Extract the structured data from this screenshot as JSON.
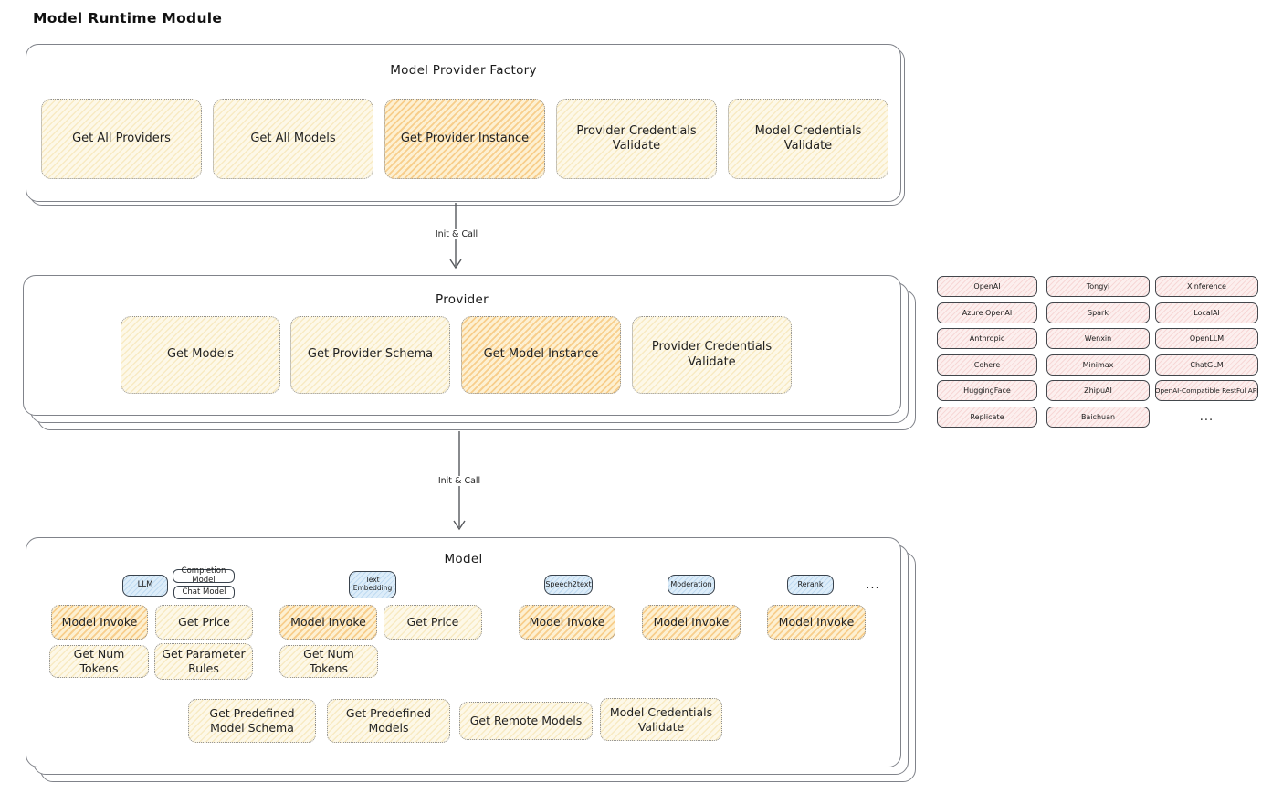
{
  "title": "Model Runtime Module",
  "arrows": {
    "first_label": "Init & Call",
    "second_label": "Init & Call"
  },
  "factory": {
    "title": "Model Provider Factory",
    "buttons": [
      "Get All Providers",
      "Get All Models",
      "Get Provider Instance",
      "Provider Credentials Validate",
      "Model Credentials Validate"
    ]
  },
  "provider": {
    "title": "Provider",
    "buttons": [
      "Get Models",
      "Get Provider Schema",
      "Get Model Instance",
      "Provider Credentials Validate"
    ]
  },
  "providers_grid": {
    "col1": [
      "OpenAI",
      "Azure OpenAI",
      "Anthropic",
      "Cohere",
      "HuggingFace",
      "Replicate"
    ],
    "col2": [
      "Tongyi",
      "Spark",
      "Wenxin",
      "Minimax",
      "ZhipuAI",
      "Baichuan"
    ],
    "col3": [
      "Xinference",
      "LocalAI",
      "OpenLLM",
      "ChatGLM",
      "OpenAI-Compatible RestFul API"
    ],
    "more": "..."
  },
  "model": {
    "title": "Model",
    "tabs": [
      "LLM",
      "Completion Model",
      "Chat Model",
      "Text Embedding",
      "Speech2text",
      "Moderation",
      "Rerank"
    ],
    "tabs_more": "...",
    "invoke_row": [
      "Model Invoke",
      "Get Price",
      "Model Invoke",
      "Get Price",
      "Model Invoke",
      "Model Invoke",
      "Model Invoke"
    ],
    "tokens_row": [
      "Get Num Tokens",
      "Get Parameter Rules",
      "Get Num Tokens"
    ],
    "bottom_row": [
      "Get Predefined Model Schema",
      "Get Predefined Models",
      "Get Remote Models",
      "Model Credentials Validate"
    ]
  },
  "colors": {
    "yellow_base": "#fdf8e8",
    "orange_base": "#fdf0d2",
    "blue_base": "#ddedf9",
    "pink_base": "#fcefee",
    "yellow_hatch": "#f0d68c",
    "orange_hatch": "#f3b352",
    "blue_hatch": "#82b4e1",
    "pink_hatch": "#eba0a0",
    "box_border": "#80838a",
    "dotted_border": "#8f8f8f"
  }
}
